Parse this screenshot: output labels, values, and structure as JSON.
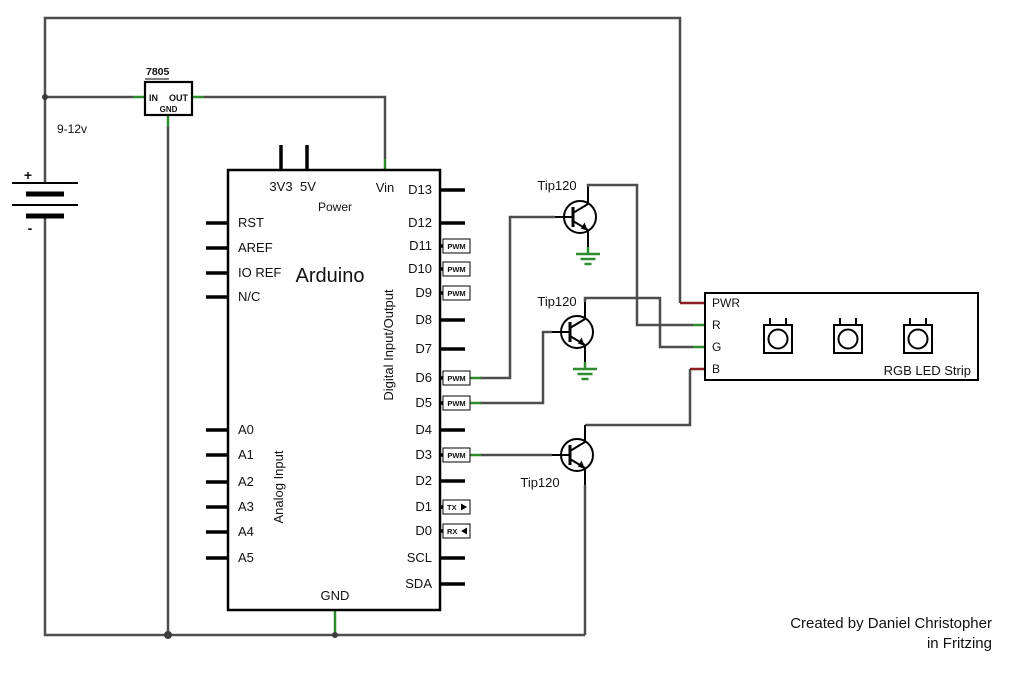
{
  "battery": {
    "voltage_label": "9-12v",
    "plus": "+",
    "minus": "-"
  },
  "regulator": {
    "part": "7805",
    "in": "IN",
    "out": "OUT",
    "gnd": "GND"
  },
  "arduino": {
    "name": "Arduino",
    "power_section": "Power",
    "pin_3v3": "3V3",
    "pin_5v": "5V",
    "pin_vin": "Vin",
    "pin_gnd": "GND",
    "digital_section": "Digital Input/Output",
    "analog_section": "Analog Input",
    "left_pins": [
      "RST",
      "AREF",
      "IO REF",
      "N/C"
    ],
    "analog_pins": [
      "A0",
      "A1",
      "A2",
      "A3",
      "A4",
      "A5"
    ],
    "right_pins": [
      "D13",
      "D12",
      "D11",
      "D10",
      "D9",
      "D8",
      "D7",
      "D6",
      "D5",
      "D4",
      "D3",
      "D2",
      "D1",
      "D0",
      "SCL",
      "SDA"
    ],
    "pwm": "PWM",
    "tx": "TX",
    "rx": "RX"
  },
  "transistors": {
    "t1": "Tip120",
    "t2": "Tip120",
    "t3": "Tip120"
  },
  "led_strip": {
    "name": "RGB LED Strip",
    "pin_pwr": "PWR",
    "pin_r": "R",
    "pin_g": "G",
    "pin_b": "B"
  },
  "credit": {
    "line1": "Created by Daniel Christopher",
    "line2": "in Fritzing"
  },
  "colors": {
    "wire": "#4d4d4d",
    "connection_green": "#2e8b2e",
    "power_red": "#8e1f1f",
    "outline": "#000000"
  }
}
